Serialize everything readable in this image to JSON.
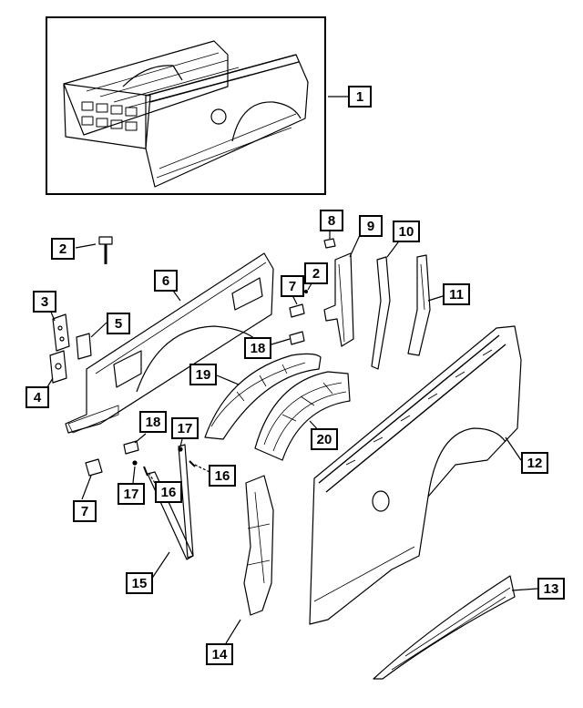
{
  "callouts": [
    "1",
    "2",
    "3",
    "4",
    "5",
    "6",
    "7",
    "8",
    "9",
    "10",
    "11",
    "12",
    "13",
    "14",
    "15",
    "16",
    "17",
    "18",
    "19",
    "20"
  ],
  "labels": {
    "c1": "1",
    "c2a": "2",
    "c2b": "2",
    "c3": "3",
    "c4": "4",
    "c5": "5",
    "c6": "6",
    "c7a": "7",
    "c7b": "7",
    "c8": "8",
    "c9": "9",
    "c10": "10",
    "c11": "11",
    "c12": "12",
    "c13": "13",
    "c14": "14",
    "c15": "15",
    "c16a": "16",
    "c16b": "16",
    "c17a": "17",
    "c17b": "17",
    "c18a": "18",
    "c18b": "18",
    "c19": "19",
    "c20": "20"
  },
  "colors": {
    "line": "#000000",
    "background": "#ffffff"
  }
}
